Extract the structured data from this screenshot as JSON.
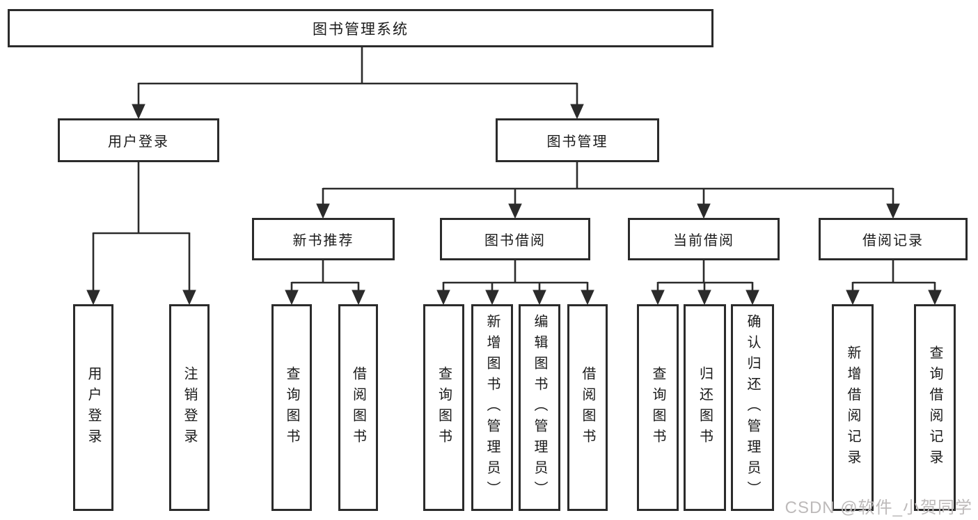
{
  "colors": {
    "line": "#2b2b2b",
    "box_background": "#ffffff",
    "text": "#1a1a1a",
    "watermark": "#bdbaba"
  },
  "tree": {
    "root": {
      "label": "图书管理系统"
    },
    "branches": [
      {
        "label": "用户登录",
        "children": [
          "用户登录",
          "注销登录"
        ]
      },
      {
        "label": "图书管理",
        "groups": [
          {
            "label": "新书推荐",
            "children": [
              "查询图书",
              "借阅图书"
            ]
          },
          {
            "label": "图书借阅",
            "children": [
              "查询图书",
              "新增图书（管理员）",
              "编辑图书（管理员）",
              "借阅图书"
            ]
          },
          {
            "label": "当前借阅",
            "children": [
              "查询图书",
              "归还图书",
              "确认归还（管理员）"
            ]
          },
          {
            "label": "借阅记录",
            "children": [
              "新增借阅记录",
              "查询借阅记录"
            ]
          }
        ]
      }
    ]
  },
  "watermark": {
    "text": "CSDN @软件_小贺同学"
  }
}
